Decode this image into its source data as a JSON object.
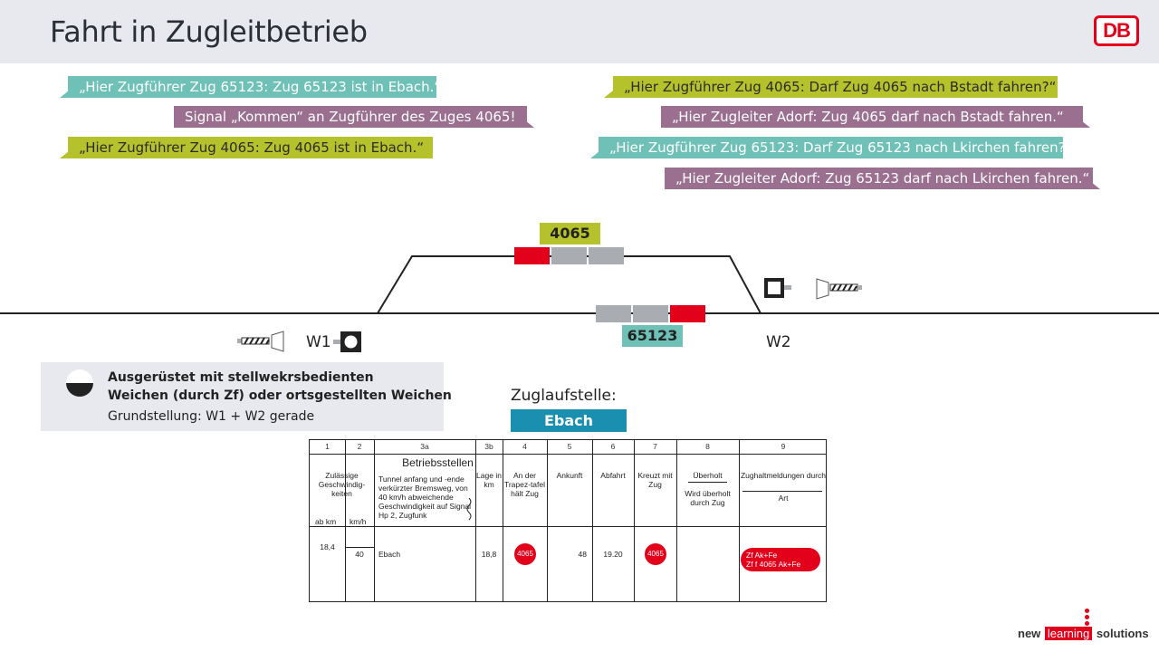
{
  "header": {
    "title": "Fahrt in Zugleitbetrieb",
    "logo": "DB"
  },
  "messages": [
    "„Hier Zugführer Zug 65123: Zug 65123 ist in Ebach.“",
    "Signal „Kommen“ an Zugführer des Zuges 4065!",
    "„Hier Zugführer Zug 4065: Zug 4065 ist in Ebach.“",
    "„Hier Zugführer Zug 4065: Darf Zug 4065 nach Bstadt fahren?“",
    "„Hier Zugleiter Adorf: Zug 4065 darf nach Bstadt fahren.“",
    "„Hier Zugführer Zug 65123: Darf Zug 65123 nach Lkirchen fahren?“",
    "„Hier Zugleiter Adorf: Zug 65123 darf nach Lkirchen fahren.“"
  ],
  "track": {
    "train_upper": "4065",
    "train_lower": "65123",
    "switch_left": "W1",
    "switch_right": "W2"
  },
  "legend": {
    "line1": "Ausgerüstet mit stellwekrsbedienten",
    "line2": "Weichen (durch Zf) oder ortsgestellten Weichen",
    "basic": "Grundstellung: W1 + W2 gerade"
  },
  "zugaufstelle": {
    "label": "Zuglaufstelle:",
    "value": "Ebach"
  },
  "table": {
    "col_numbers": [
      "1",
      "2",
      "3a",
      "3b",
      "4",
      "5",
      "6",
      "7",
      "8",
      "9"
    ],
    "header_betriebsstellen": "Betriebsstellen",
    "h_speed": "Zulässige Geschwindig-keiten",
    "h_abkm": "ab km",
    "h_kmh": "km/h",
    "h_tunnel": "Tunnel anfang und -ende verkürzter Bremsweg, von 40 km/h abweichende Geschwindigkeit auf Signal Hp 2, Zugfunk",
    "h_lage": "Lage in km",
    "h_trapez": "An der Trapez-tafel hält Zug",
    "h_ankunft": "Ankunft",
    "h_abfahrt": "Abfahrt",
    "h_kreuzt": "Kreuzt mit Zug",
    "h_ueberholt": "Überholt",
    "h_wird_ueberholt": "Wird überholt durch Zug",
    "h_zughalt": "Zughaltmeldungen durch",
    "h_art": "Art",
    "row": {
      "abkm": "18,4",
      "kmh": "40",
      "name": "Ebach",
      "lage": "18,8",
      "trapez": "4065",
      "ankunft": "48",
      "abfahrt": "19.20",
      "kreuzt": "4065",
      "zughalt_line1": "Zf Ak+Fe",
      "zughalt_line2": "Zf f 4065 Ak+Fe"
    }
  },
  "branding": {
    "part1": "new",
    "part2": "learning",
    "part3": "solutions"
  },
  "colors": {
    "teal": "#6fc1b8",
    "olive": "#b6c22c",
    "purple": "#9a6f8f",
    "db_red": "#e3001b",
    "zugaufstelle_blue": "#1a8fb0"
  }
}
